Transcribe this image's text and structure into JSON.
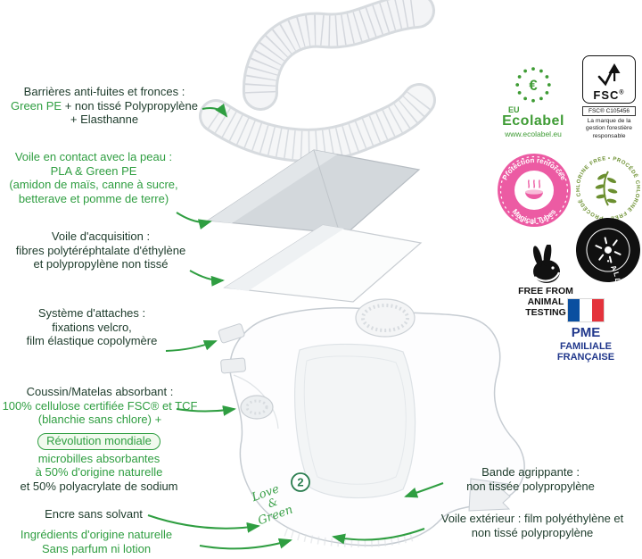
{
  "colors": {
    "green_accent": "#2f9e41",
    "dark_text": "#1d3b2b",
    "pink_badge": "#ec5ba3",
    "olive_badge": "#6b8f2f",
    "black_badge": "#111111",
    "navy_text": "#21388c",
    "flag_blue": "#0a4fa0",
    "flag_red": "#e4333c",
    "ecolabel_green": "#3f9c35"
  },
  "icons": {
    "eu-flower-icon": "ring of stars with euro sign",
    "fsc-tree-icon": "checkmark tree",
    "magical-tubes-bowl-icon": "pink bowl",
    "olive-branch-icon": "olive branch",
    "rabbit-icon": "rabbit silhouette",
    "allergy-flower-icon": "radiating flower",
    "french-flag-icon": "vertical tricolor",
    "green-arrow": "curved pointer arrow"
  },
  "left_annotations": [
    {
      "name": "barrieres",
      "lines": [
        [
          {
            "t": "Barrières anti-fuites et fronces :",
            "c": "dark"
          }
        ],
        [
          {
            "t": "Green PE",
            "c": "green"
          },
          {
            "t": " + non tissé Polypropylène",
            "c": "dark"
          }
        ],
        [
          {
            "t": "+ Elasthanne",
            "c": "dark"
          }
        ]
      ]
    },
    {
      "name": "voile-peau",
      "lines": [
        [
          {
            "t": "Voile en contact avec la peau :",
            "c": "green"
          }
        ],
        [
          {
            "t": "PLA & Green PE",
            "c": "green"
          }
        ],
        [
          {
            "t": "(amidon de maïs, canne à sucre,",
            "c": "green"
          }
        ],
        [
          {
            "t": "betterave et pomme de terre)",
            "c": "green"
          }
        ]
      ]
    },
    {
      "name": "voile-acquisition",
      "lines": [
        [
          {
            "t": "Voile d'acquisition :",
            "c": "dark"
          }
        ],
        [
          {
            "t": "fibres polytéréphtalate d'éthylène",
            "c": "dark"
          }
        ],
        [
          {
            "t": "et polypropylène non tissé",
            "c": "dark"
          }
        ]
      ]
    },
    {
      "name": "systeme-attaches",
      "lines": [
        [
          {
            "t": "Système d'attaches :",
            "c": "dark"
          }
        ],
        [
          {
            "t": "fixations velcro,",
            "c": "dark"
          }
        ],
        [
          {
            "t": "film élastique copolymère",
            "c": "dark"
          }
        ]
      ]
    },
    {
      "name": "coussin-matelas",
      "lines": [
        [
          {
            "t": "Coussin/Matelas absorbant :",
            "c": "dark"
          }
        ],
        [
          {
            "t": "100% cellulose certifiée FSC® et TCF",
            "c": "green"
          }
        ],
        [
          {
            "t": "(blanchie sans chlore) +",
            "c": "green"
          }
        ]
      ]
    },
    {
      "name": "revolution-mondiale",
      "badge": "Révolution mondiale",
      "lines": [
        [
          {
            "t": "microbilles absorbantes",
            "c": "green"
          }
        ],
        [
          {
            "t": "à 50% d'origine naturelle",
            "c": "green"
          }
        ],
        [
          {
            "t": "et 50% polyacrylate de sodium",
            "c": "dark"
          }
        ]
      ]
    },
    {
      "name": "encre",
      "lines": [
        [
          {
            "t": "Encre sans solvant",
            "c": "dark"
          }
        ]
      ]
    },
    {
      "name": "ingredients",
      "lines": [
        [
          {
            "t": "Ingrédients d'origine naturelle",
            "c": "green"
          }
        ],
        [
          {
            "t": "Sans parfum ni lotion",
            "c": "green"
          }
        ]
      ]
    }
  ],
  "right_annotations": [
    {
      "name": "bande-agrippante",
      "lines": [
        [
          {
            "t": "Bande agrippante :",
            "c": "dark"
          }
        ],
        [
          {
            "t": "non tissée polypropylène",
            "c": "dark"
          }
        ]
      ]
    },
    {
      "name": "voile-exterieur",
      "lines": [
        [
          {
            "t": "Voile extérieur : film polyéthylène et",
            "c": "dark"
          }
        ],
        [
          {
            "t": "non tissé polypropylène",
            "c": "dark"
          }
        ]
      ]
    }
  ],
  "badges": {
    "ecolabel": {
      "eu": "EU",
      "name": "Ecolabel",
      "url": "www.ecolabel.eu",
      "symbol": "€"
    },
    "fsc": {
      "name": "FSC",
      "reg": "®",
      "code": "FSC® C105456",
      "caption_lines": [
        "La marque de la",
        "gestion forestière",
        "responsable"
      ]
    },
    "magical_tubes": {
      "arc_top": "Protection renforcée",
      "arc_bottom": "Magical Tubes"
    },
    "chlorine_free": {
      "arc": "• PROCÉDÉ CHLORINE FREE • PROCÉDÉ CHLORINE FREE"
    },
    "animal_testing": {
      "lines": [
        "FREE FROM",
        "ANIMAL",
        "TESTING"
      ]
    },
    "allergy": {
      "arc": "• ALLERGY • CERTIFIED •"
    },
    "pme": {
      "lines": [
        "PME",
        "FAMILIALE",
        "FRANÇAISE"
      ]
    }
  },
  "diaper": {
    "number_badge": "2",
    "brand_lines": [
      "Love",
      "&",
      "Green"
    ]
  }
}
